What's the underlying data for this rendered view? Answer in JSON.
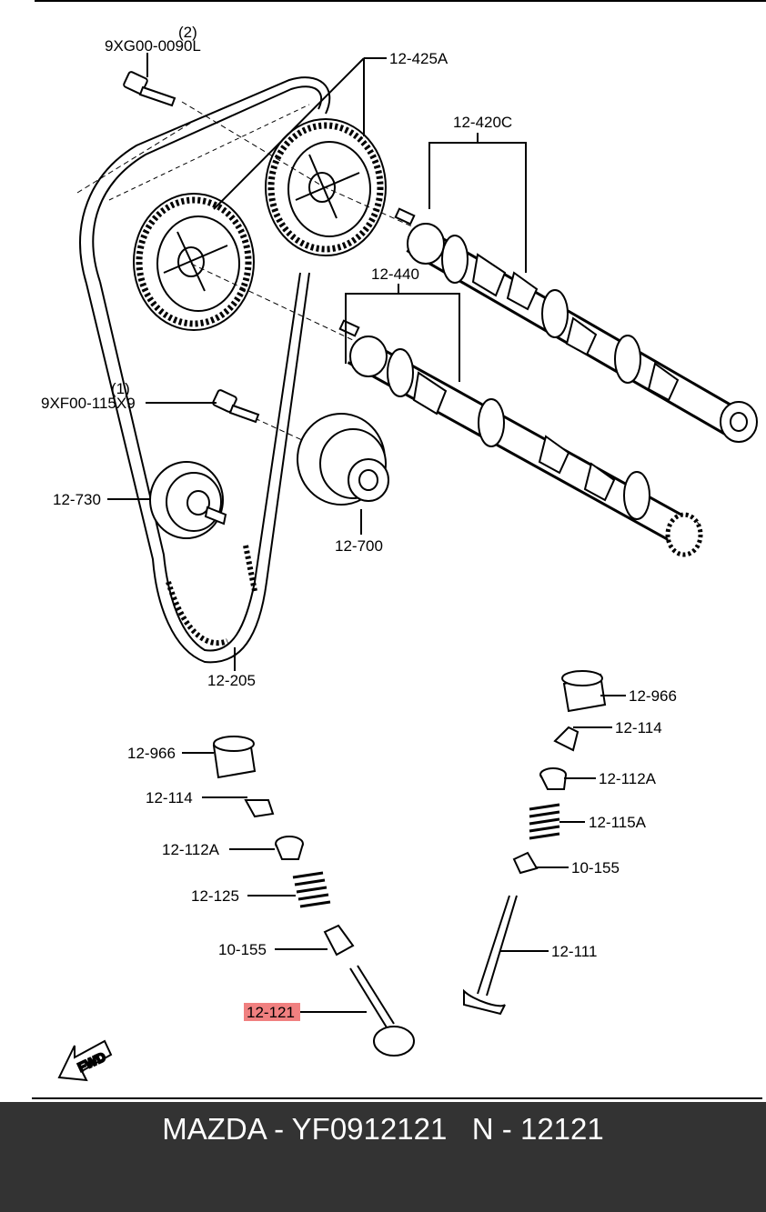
{
  "labels": {
    "bolt_top_qty": "(2)",
    "bolt_top_part": "9XG00-0090L",
    "sprocket": "12-425A",
    "camshaft_top": "12-420C",
    "camshaft_bottom": "12-440",
    "bolt_mid_qty": "(1)",
    "bolt_mid_part": "9XF00-115X9",
    "idler": "12-730",
    "tensioner": "12-700",
    "belt": "12-205",
    "tappet_right": "12-966",
    "keeper_right": "12-114",
    "retainer_right": "12-112A",
    "spring_right": "12-115A",
    "seal_right": "10-155",
    "valve_right": "12-111",
    "tappet_left": "12-966",
    "keeper_left": "12-114",
    "retainer_left": "12-112A",
    "spring_left": "12-125",
    "seal_left": "10-155",
    "valve_left": "12-121",
    "fwd": "FWD"
  },
  "footer": {
    "text": "MAZDA - YF0912121   N - 12121"
  },
  "colors": {
    "highlight": "#f08080",
    "footer_bg": "#333333"
  }
}
